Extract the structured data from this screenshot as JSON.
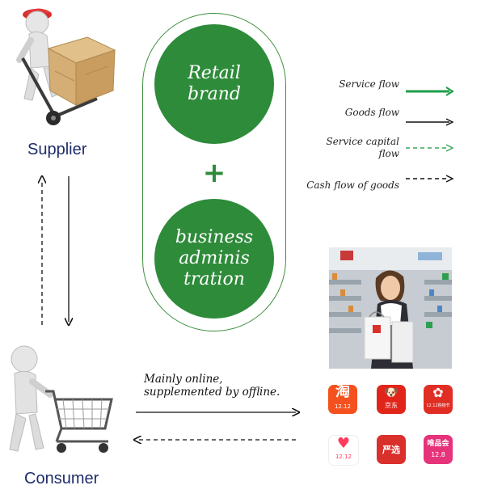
{
  "roles": {
    "supplier": "Supplier",
    "consumer": "Consumer"
  },
  "center": {
    "top": "Retail\nbrand",
    "plus": "+",
    "bottom": "business\nadminis\ntration"
  },
  "legend": [
    {
      "label": "Service flow",
      "style": "solid",
      "color": "#1e9e4a"
    },
    {
      "label": "Goods flow",
      "style": "solid",
      "color": "#111111"
    },
    {
      "label": "Service capital\nflow",
      "style": "dashed",
      "color": "#3aa655"
    },
    {
      "label": "Cash flow of goods",
      "style": "dashed",
      "color": "#111111"
    }
  ],
  "channel_note": "Mainly online,\nsupplemented by offline.",
  "colors": {
    "green": "#2e8b3a",
    "outline": "#3d8f3d",
    "role_text": "#1f2d6b"
  },
  "apps": [
    {
      "icon": "taobao-app-icon",
      "glyph": "淘",
      "sub": "12.12",
      "color": "#f4511e"
    },
    {
      "icon": "jd-app-icon",
      "glyph": "🐶",
      "sub": "京东",
      "color": "#e1251b"
    },
    {
      "icon": "pinduoduo-app-icon",
      "glyph": "✿",
      "sub": "12.12购物节",
      "color": "#e02e24"
    },
    {
      "icon": "xiaohongshu-app-icon",
      "glyph": "♥",
      "sub": "12.12",
      "color": "#ff3c5c"
    },
    {
      "icon": "yanxuan-app-icon",
      "glyph": "严选",
      "sub": "",
      "color": "#d9302c"
    },
    {
      "icon": "vipshop-app-icon",
      "glyph": "唯品会",
      "sub": "12.8",
      "color": "#e6337a"
    }
  ]
}
